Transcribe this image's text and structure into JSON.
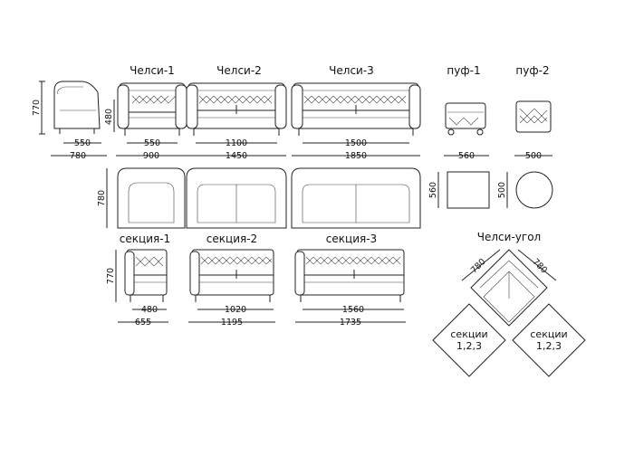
{
  "titles": {
    "chelsi1": "Челси-1",
    "chelsi2": "Челси-2",
    "chelsi3": "Челси-3",
    "puf1": "пуф-1",
    "puf2": "пуф-2",
    "sekciya1": "секция-1",
    "sekciya2": "секция-2",
    "sekciya3": "секция-3",
    "chelsi_ugol": "Челси-угол"
  },
  "dims": {
    "side_height": "770",
    "side_depth": "550",
    "side_total": "780",
    "chelsi1_height": "480",
    "chelsi1_seat": "550",
    "chelsi1_total": "900",
    "chelsi2_seat": "1100",
    "chelsi2_total": "1450",
    "chelsi3_seat": "1500",
    "chelsi3_total": "1850",
    "puf1_width": "560",
    "puf2_width": "500",
    "top_depth": "780",
    "puf1_top": "560",
    "puf2_top": "500",
    "sekciya_height": "770",
    "sekciya1_seat": "480",
    "sekciya1_total": "655",
    "sekciya2_seat": "1020",
    "sekciya2_total": "1195",
    "sekciya3_seat": "1560",
    "sekciya3_total": "1735",
    "corner_a": "780",
    "corner_b": "780"
  },
  "corner_labels": {
    "left": [
      "секции",
      "1,2,3"
    ],
    "right": [
      "секции",
      "1,2,3"
    ]
  }
}
